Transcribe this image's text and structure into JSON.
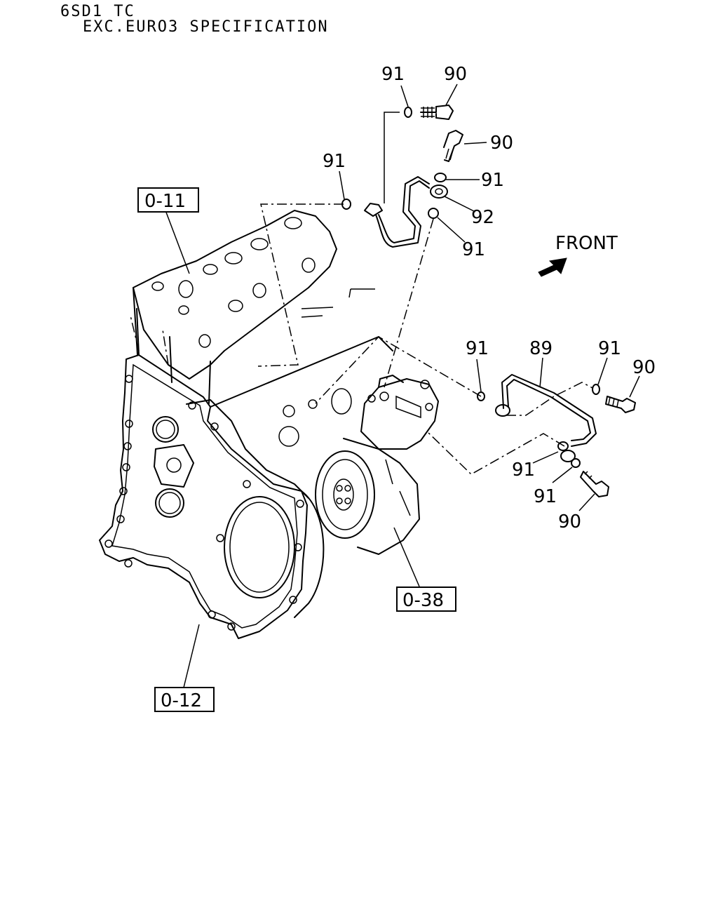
{
  "header": {
    "line1": "6SD1 TC",
    "line2": "EXC.EURO3 SPECIFICATION"
  },
  "front_label": "FRONT",
  "ref_boxes": {
    "r011": "0-11",
    "r012": "0-12",
    "r038": "0-38"
  },
  "callouts": {
    "c91_top": "91",
    "c90_top": "90",
    "c90_mid": "90",
    "c91_left": "91",
    "c91_right1": "91",
    "c92": "92",
    "c91_right2": "91",
    "c91_pipe": "91",
    "c89": "89",
    "c91_far": "91",
    "c90_far": "90",
    "c91_low1": "91",
    "c91_low2": "91",
    "c90_low": "90"
  },
  "icons": {
    "front_arrow": "arrow-up-right-icon"
  }
}
